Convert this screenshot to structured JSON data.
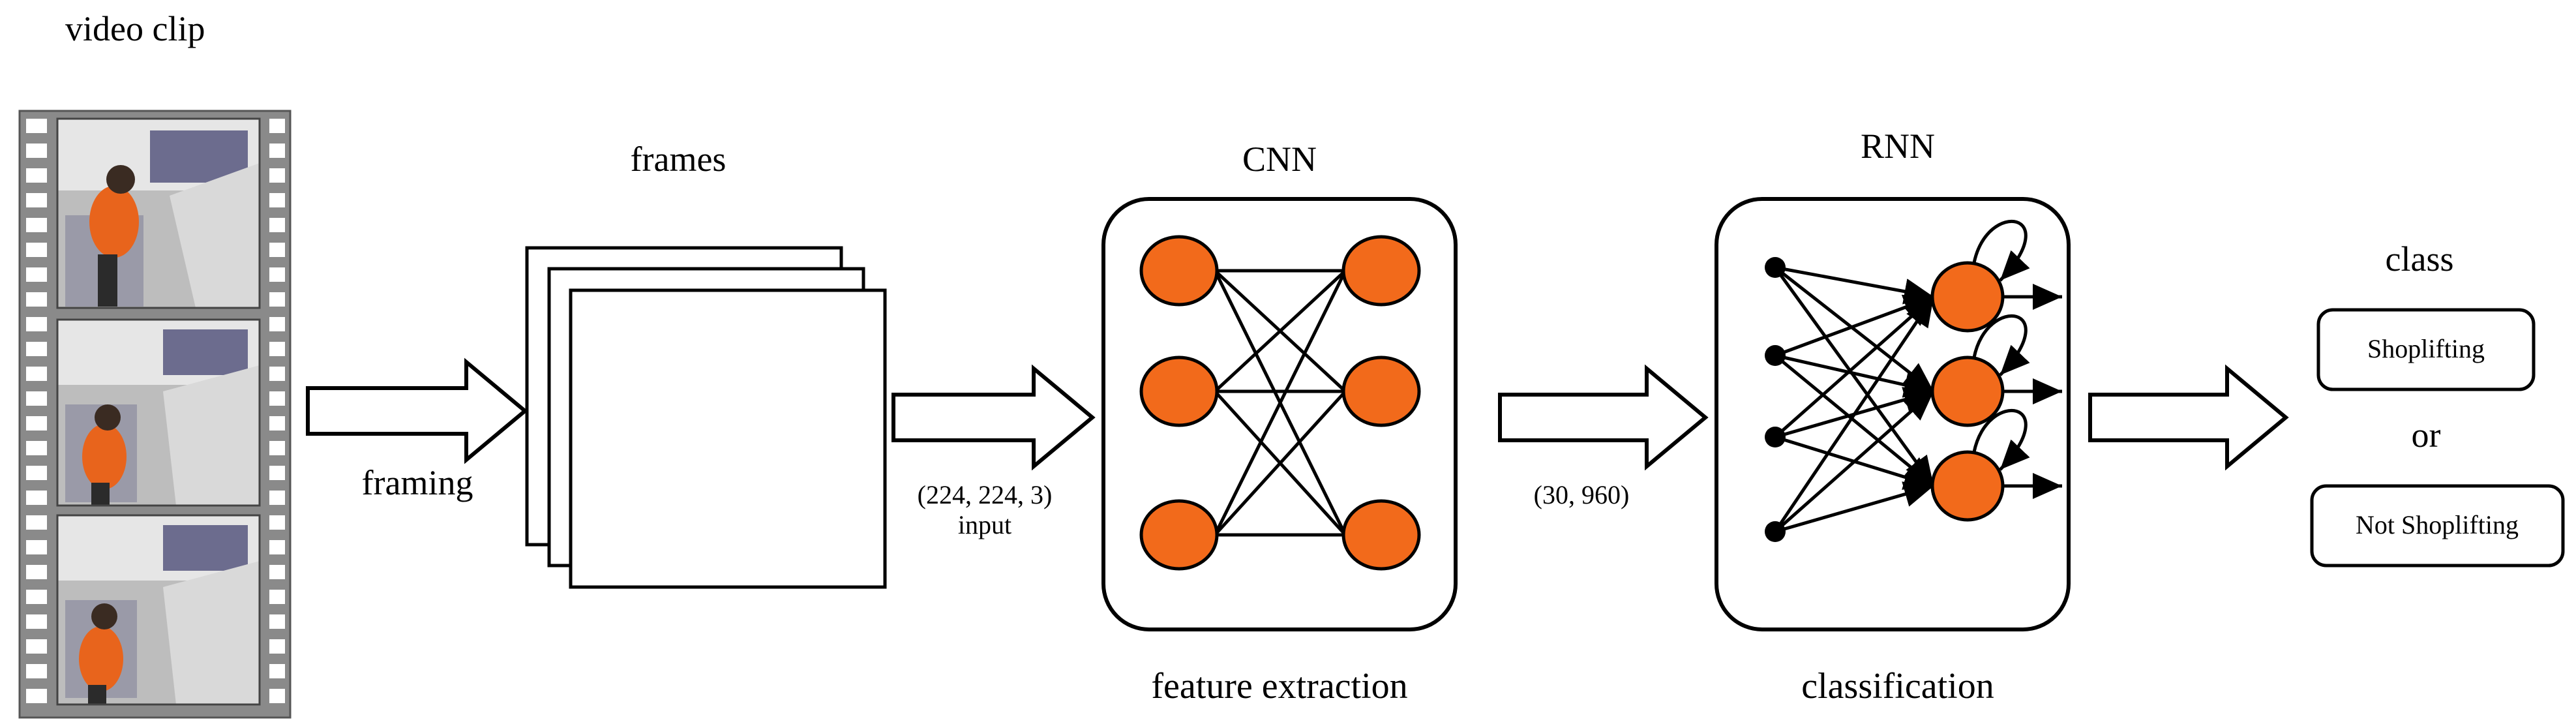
{
  "labels": {
    "video_clip": "video clip",
    "frames": "frames",
    "framing": "framing",
    "input_shape": "(224, 224, 3)",
    "input_word": "input",
    "cnn": "CNN",
    "feature_extraction": "feature extraction",
    "feature_shape": "(30, 960)",
    "rnn": "RNN",
    "classification": "classification",
    "class": "class",
    "or": "or"
  },
  "classes": [
    "Shoplifting",
    "Not Shoplifting"
  ],
  "colors": {
    "neuron": "#f26a1b",
    "stroke": "#000000",
    "film": "#8a8a8a",
    "scene_floor": "#cfcfcf",
    "scene_shelf": "#6c6c8e",
    "person": "#e8641c"
  },
  "icons": [
    "film-strip-icon",
    "arrow-icon",
    "neural-network-icon"
  ]
}
